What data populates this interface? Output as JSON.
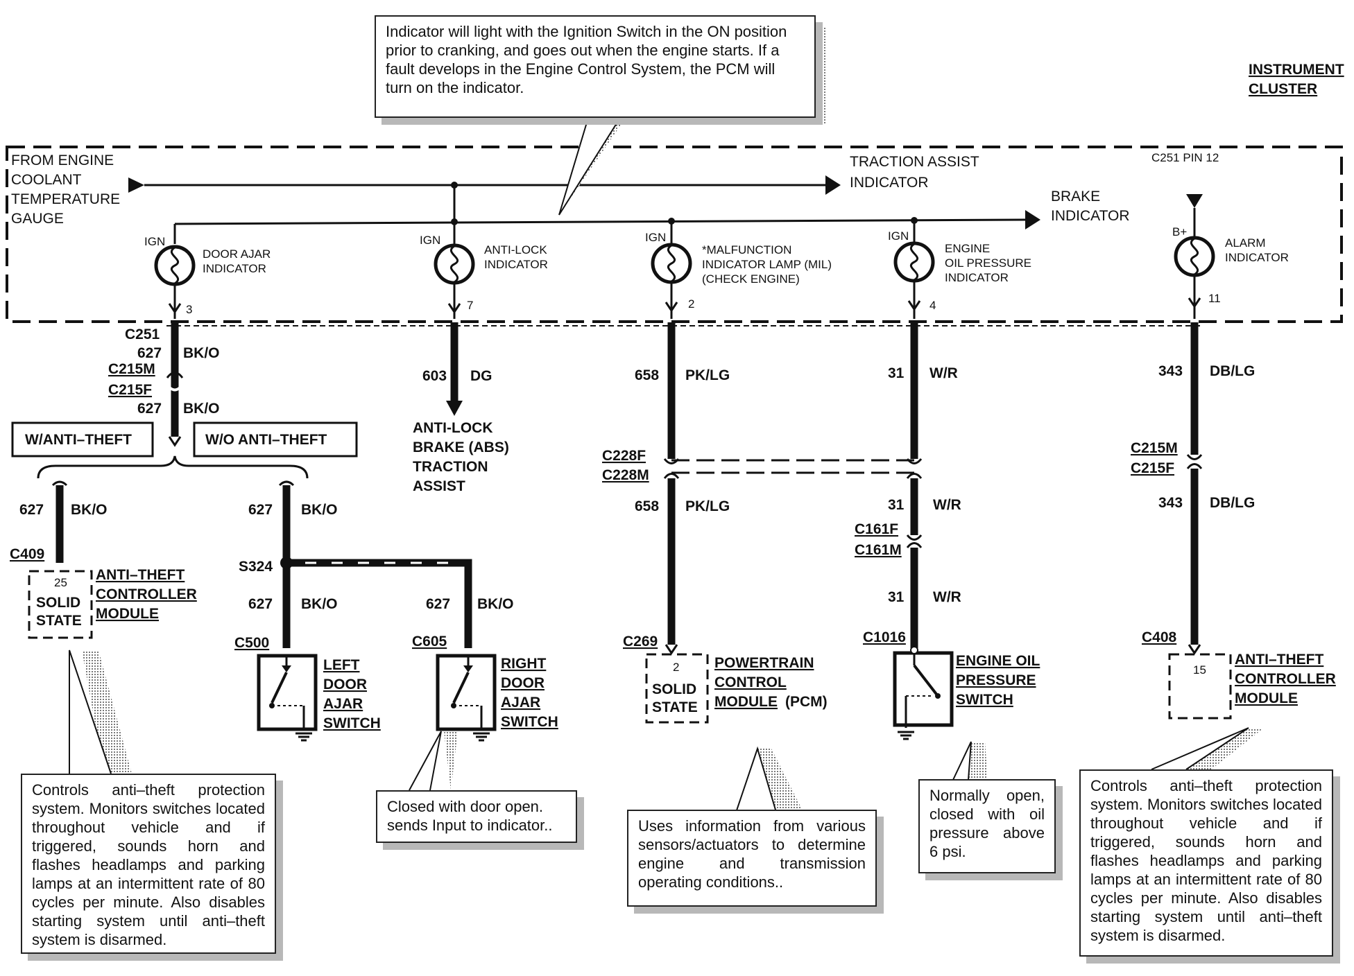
{
  "header": {
    "cluster_title_line1": "INSTRUMENT",
    "cluster_title_line2": "CLUSTER"
  },
  "notes": {
    "top": "Indicator will light with the Ignition Switch in the ON position prior to cranking, and goes out when the engine starts. If a fault develops in the Engine Control System, the PCM will turn on the indicator.",
    "anti_theft_left": "Controls anti–theft protection system. Monitors switches located throughout vehicle and if triggered, sounds horn and flashes headlamps and parking lamps at an intermittent rate of 80 cycles per minute. Also disables starting system until anti–theft system is disarmed.",
    "door_switch": "Closed with door open. sends Input to indicator..",
    "pcm": "Uses information from various sensors/actuators to determine engine and transmission operating conditions..",
    "oil_switch": "Normally open, closed with oil pressure above 6 psi.",
    "anti_theft_right": "Controls anti–theft protection system. Monitors switches located throughout vehicle and if triggered, sounds horn and flashes headlamps and parking lamps at an intermittent rate of 80 cycles per minute. Also disables starting system until anti–theft system is disarmed."
  },
  "cluster": {
    "from_gauge": [
      "FROM ENGINE",
      "COOLANT",
      "TEMPERATURE",
      "GAUGE"
    ],
    "traction": [
      "TRACTION ASSIST",
      "INDICATOR"
    ],
    "brake": [
      "BRAKE",
      "INDICATOR"
    ],
    "c251_pin": "C251 PIN 12",
    "bplus": "B+",
    "ign": "IGN",
    "lamps": [
      {
        "lines": [
          "DOOR AJAR",
          "INDICATOR"
        ],
        "pin": "3"
      },
      {
        "lines": [
          "ANTI-LOCK",
          "INDICATOR"
        ],
        "pin": "7"
      },
      {
        "lines": [
          "*MALFUNCTION",
          "INDICATOR LAMP (MIL)",
          "(CHECK ENGINE)"
        ],
        "pin": "2"
      },
      {
        "lines": [
          "ENGINE",
          "OIL PRESSURE",
          "INDICATOR"
        ],
        "pin": "4"
      },
      {
        "lines": [
          "ALARM",
          "INDICATOR"
        ],
        "pin": "11"
      }
    ]
  },
  "circuits": {
    "c251": "C251",
    "c215m": "C215M",
    "c215f": "C215F",
    "c228f": "C228F",
    "c228m": "C228M",
    "c161f": "C161F",
    "c161m": "C161M",
    "c409": "C409",
    "c500": "C500",
    "c605": "C605",
    "c269": "C269",
    "c1016": "C1016",
    "c408": "C408",
    "s324": "S324",
    "n627": "627",
    "bko": "BK/O",
    "n603": "603",
    "dg": "DG",
    "n658": "658",
    "pklg": "PK/LG",
    "n31": "31",
    "wr": "W/R",
    "n343": "343",
    "dblg": "DB/LG"
  },
  "options": {
    "with_anti_theft": "W/ANTI–THEFT",
    "without_anti_theft": "W/O ANTI–THEFT"
  },
  "abs_label": [
    "ANTI-LOCK",
    "BRAKE (ABS)",
    "TRACTION",
    "ASSIST"
  ],
  "modules": {
    "anti_theft_left": {
      "pin": "25",
      "inner": [
        "SOLID",
        "STATE"
      ],
      "name": [
        "ANTI–THEFT",
        "CONTROLLER",
        "MODULE"
      ]
    },
    "pcm": {
      "pin": "2",
      "inner": [
        "SOLID",
        "STATE"
      ],
      "name": [
        "POWERTRAIN",
        "CONTROL",
        "MODULE"
      ],
      "suffix": "(PCM)"
    },
    "anti_theft_right": {
      "pin": "15",
      "name": [
        "ANTI–THEFT",
        "CONTROLLER",
        "MODULE"
      ]
    }
  },
  "switches": {
    "left": [
      "LEFT",
      "DOOR",
      "AJAR",
      "SWITCH"
    ],
    "right": [
      "RIGHT",
      "DOOR",
      "AJAR",
      "SWITCH"
    ],
    "oil": [
      "ENGINE OIL",
      "PRESSURE",
      "SWITCH"
    ]
  }
}
